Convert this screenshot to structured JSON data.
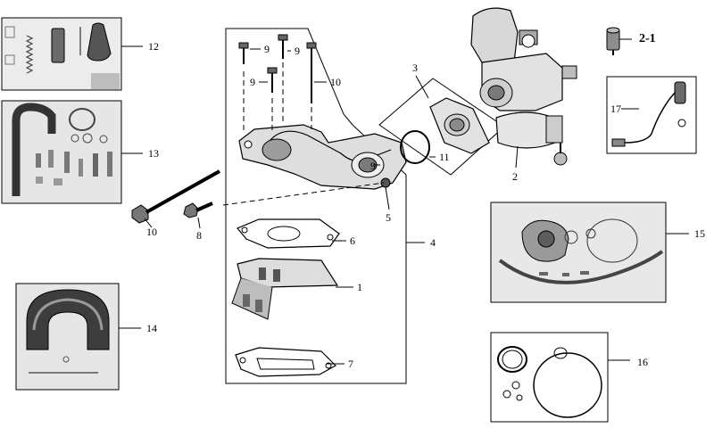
{
  "callouts": {
    "c1": "1",
    "c2": "2",
    "c2_1": "2-1",
    "c3": "3",
    "c4": "4",
    "c5": "5",
    "c6": "6",
    "c7": "7",
    "c8": "8",
    "c9a": "9",
    "c9b": "9",
    "c9c": "9",
    "c9d": "9",
    "c10a": "10",
    "c10b": "10",
    "c11": "11",
    "c12": "12",
    "c13": "13",
    "c14": "14",
    "c15": "15",
    "c16": "16",
    "c17": "17"
  },
  "colors": {
    "line": "#000000",
    "part_fill": "#d9d9d9",
    "part_dark": "#5a5a5a",
    "kit_box_fill": "#e3e3e3"
  }
}
